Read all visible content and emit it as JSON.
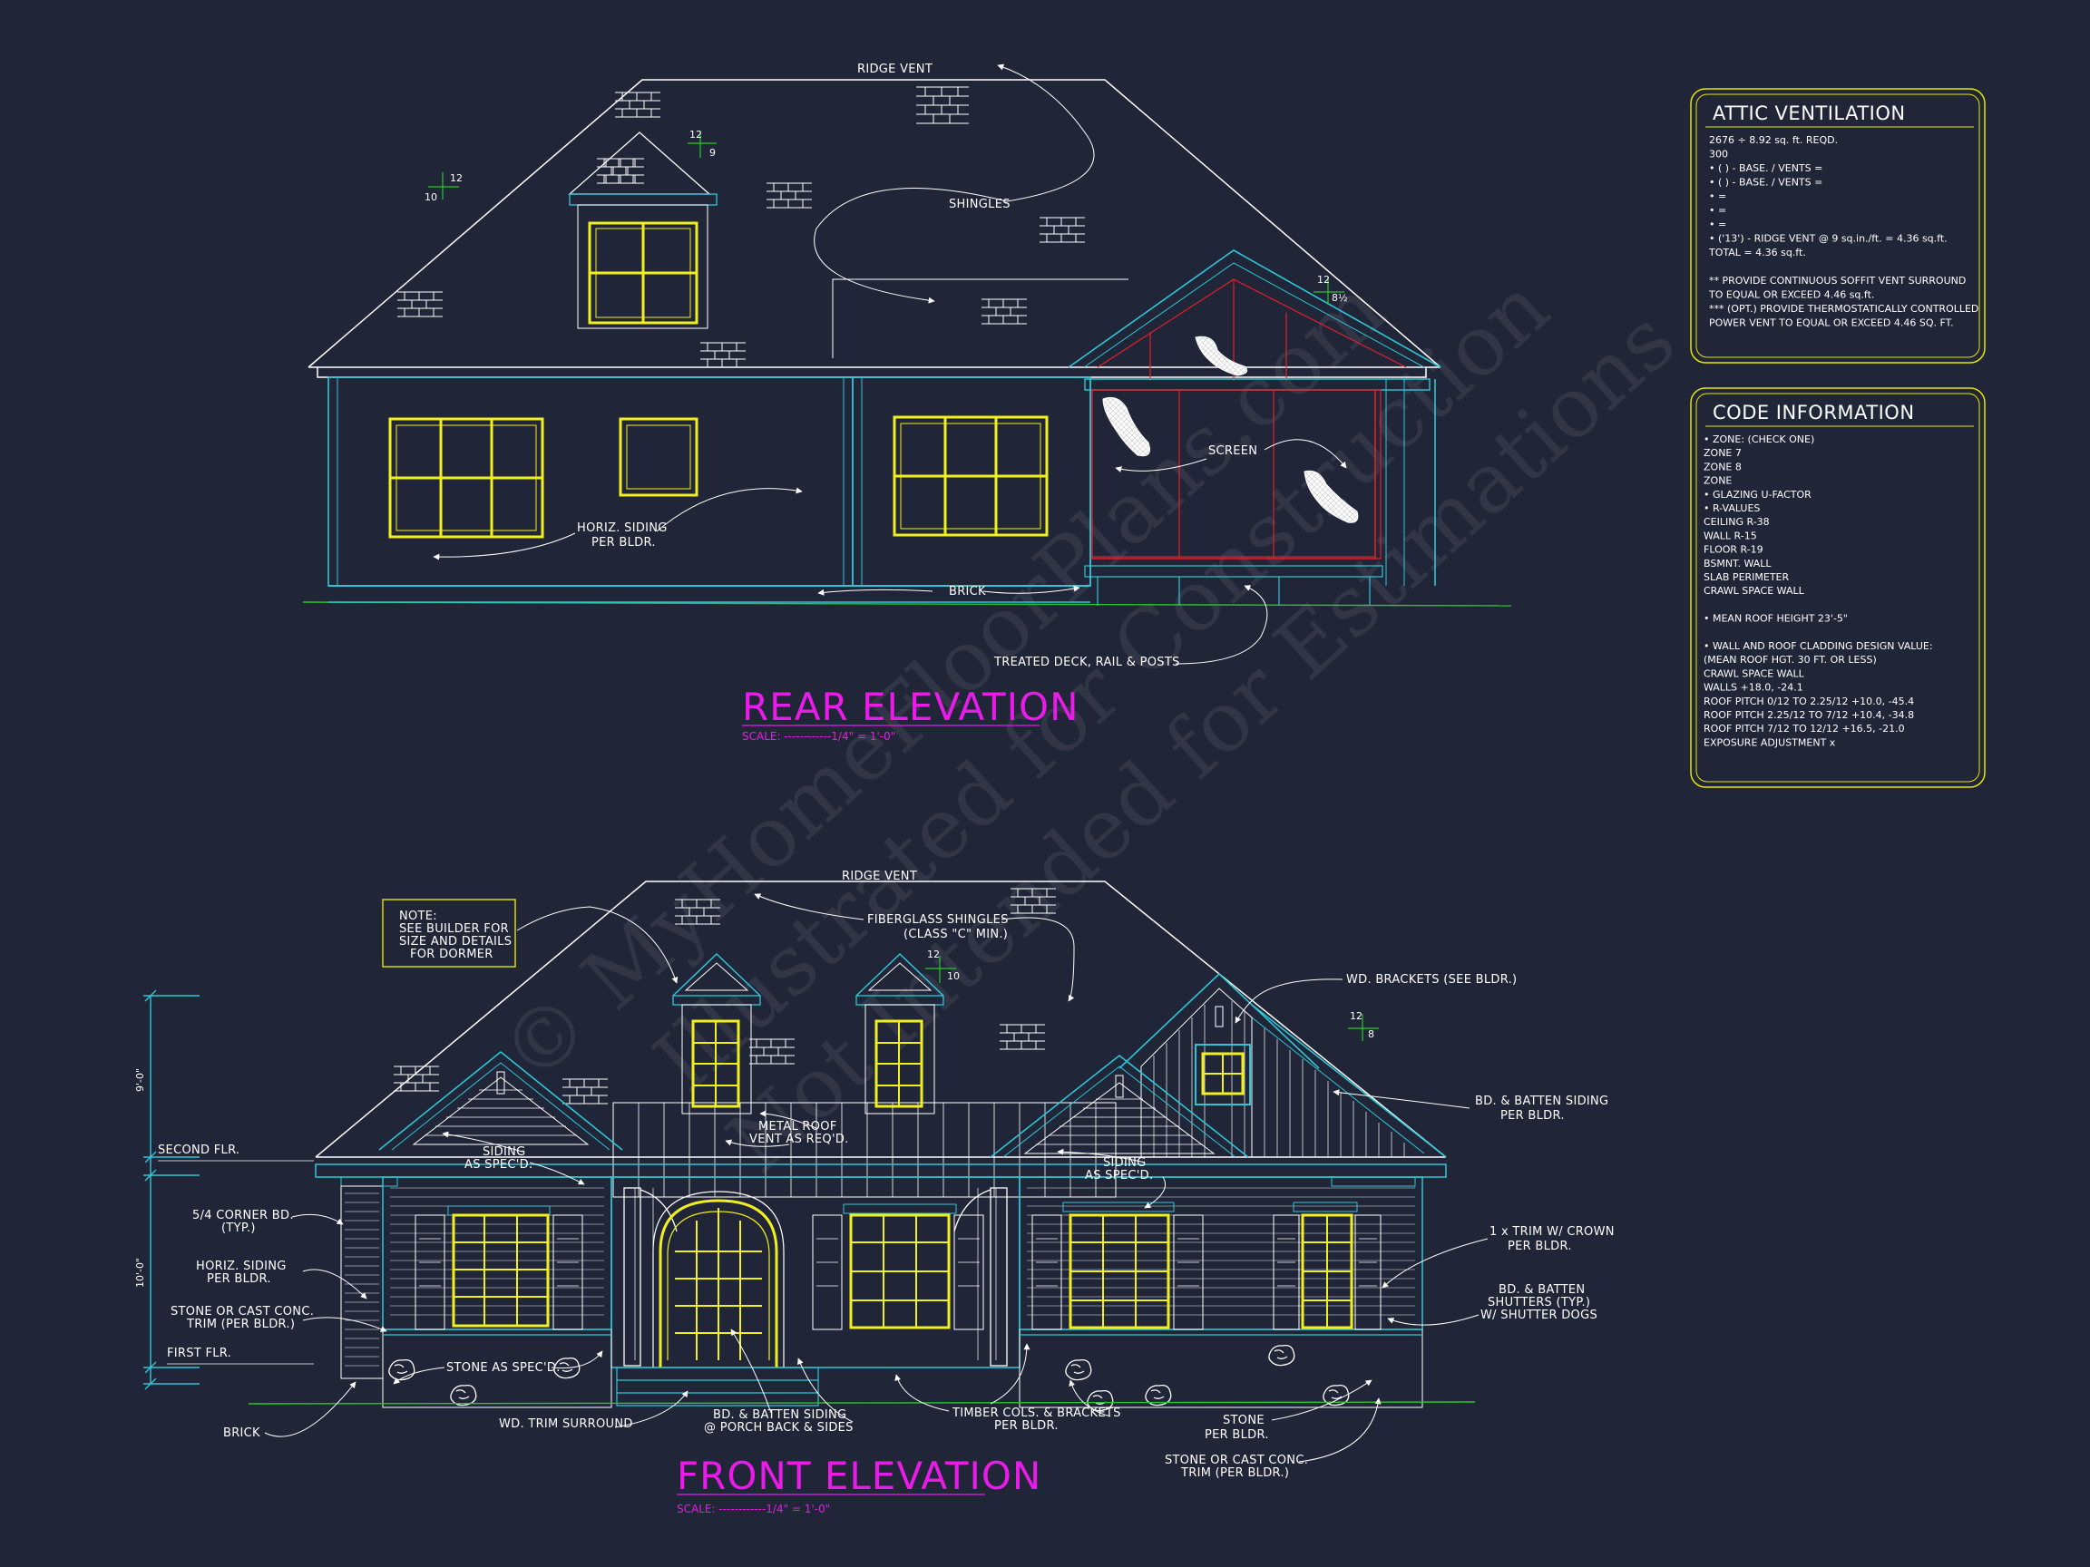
{
  "colors": {
    "background": "#212538",
    "wall_line": "#2ec6d6",
    "window": "#f0f020",
    "screen_frame": "#e0202c",
    "title": "#e81be8",
    "ground": "#28c828",
    "panel_border": "#e6e600",
    "leader": "#ffffff"
  },
  "watermark": {
    "line1": "© MyHomeFloorPlans.com",
    "line2": "Illustrated for Construction",
    "line3": "Not Intended for Estimations"
  },
  "rear": {
    "title": "REAR ELEVATION",
    "scale": "SCALE: ------------1/4\" = 1'-0\"",
    "labels": {
      "ridge_vent": "RIDGE VENT",
      "shingles": "SHINGLES",
      "screen": "SCREEN",
      "siding_1": "HORIZ. SIDING",
      "siding_2": "PER BLDR.",
      "brick": "BRICK",
      "deck": "TREATED DECK, RAIL & POSTS"
    },
    "pitch": {
      "a_top": "12",
      "a_side": "10",
      "b_top": "12",
      "b_side": "9",
      "c_top": "12",
      "c_side": "8½"
    }
  },
  "front": {
    "title": "FRONT ELEVATION",
    "scale": "SCALE: ------------1/4\" = 1'-0\"",
    "note": {
      "l1": "NOTE:",
      "l2": "SEE BUILDER FOR",
      "l3": "SIZE AND DETAILS",
      "l4": "FOR DORMER"
    },
    "labels": {
      "ridge_vent": "RIDGE VENT",
      "fiberglass_1": "FIBERGLASS SHINGLES",
      "fiberglass_2": "(CLASS \"C\" MIN.)",
      "brackets": "WD. BRACKETS (SEE BLDR.)",
      "batten_1": "BD. & BATTEN SIDING",
      "batten_2": "PER BLDR.",
      "metal_1": "METAL ROOF",
      "metal_2": "VENT AS REQ'D.",
      "siding_l_1": "SIDING",
      "siding_l_2": "AS SPEC'D.",
      "siding_r_1": "SIDING",
      "siding_r_2": "AS SPEC'D.",
      "corner_1": "5/4 CORNER BD.",
      "corner_2": "(TYP.)",
      "horiz_1": "HORIZ. SIDING",
      "horiz_2": "PER BLDR.",
      "stone_cast_1": "STONE OR CAST CONC.",
      "stone_cast_2": "TRIM (PER BLDR.)",
      "stone_spec": "STONE AS SPEC'D.",
      "brick": "BRICK",
      "wd_trim": "WD. TRIM SURROUND",
      "porch_1": "BD. & BATTEN SIDING",
      "porch_2": "@ PORCH BACK & SIDES",
      "timber_1": "TIMBER COLS. & BRACKETS",
      "timber_2": "PER BLDR.",
      "stone_1": "STONE",
      "stone_2": "PER BLDR.",
      "stone_cast_r_1": "STONE OR CAST CONC.",
      "stone_cast_r_2": "TRIM (PER BLDR.)",
      "trim_1": "1 x TRIM W/ CROWN",
      "trim_2": "PER BLDR.",
      "shutters_1": "BD. & BATTEN",
      "shutters_2": "SHUTTERS (TYP.)",
      "shutters_3": "W/ SHUTTER DOGS",
      "second_flr": "SECOND FLR.",
      "first_flr": "FIRST FLR.",
      "dim_upper": "9'-0\"",
      "dim_lower": "10'-0\""
    },
    "pitch": {
      "a_top": "12",
      "a_side": "10",
      "b_top": "12",
      "b_side": "8"
    }
  },
  "attic_panel": {
    "title": "ATTIC VENTILATION",
    "lines": [
      "2676 ÷ 8.92 sq. ft. REQD.",
      "300",
      "• (   ) -          BASE.    /    VENTS   =",
      "• (   ) -          BASE.    /    VENTS   =",
      "•                                                   =",
      "•                                                   =",
      "•                                                   =",
      "• ('13') - RIDGE VENT @ 9 sq.in./ft.  = 4.36 sq.ft.",
      "                                    TOTAL     = 4.36 sq.ft.",
      "",
      "** PROVIDE CONTINUOUS SOFFIT VENT SURROUND",
      "    TO EQUAL OR EXCEED  4.46 sq.ft.",
      "*** (OPT.) PROVIDE THERMOSTATICALLY CONTROLLED",
      "    POWER VENT TO EQUAL OR EXCEED 4.46 SQ. FT."
    ]
  },
  "code_panel": {
    "title": "CODE INFORMATION",
    "lines": [
      "• ZONE: (CHECK ONE)",
      "        ZONE 7",
      "        ZONE 8",
      "        ZONE",
      "• GLAZING U-FACTOR",
      "• R-VALUES",
      "        CEILING                   R-38",
      "        WALL                      R-15",
      "        FLOOR                     R-19",
      "        BSMNT. WALL",
      "        SLAB PERIMETER",
      "        CRAWL SPACE WALL",
      "",
      "• MEAN ROOF HEIGHT  23'-5\"",
      "",
      "• WALL AND ROOF CLADDING DESIGN VALUE:",
      "  (MEAN ROOF HGT. 30 FT. OR LESS)",
      "        CRAWL SPACE WALL",
      "        WALLS                              +18.0, -24.1",
      "        ROOF PITCH 0/12 TO 2.25/12   +10.0, -45.4",
      "        ROOF PITCH 2.25/12 TO 7/12   +10.4, -34.8",
      "        ROOF PITCH 7/12 TO 12/12     +16.5, -21.0",
      "        EXPOSURE ADJUSTMENT          x"
    ]
  }
}
